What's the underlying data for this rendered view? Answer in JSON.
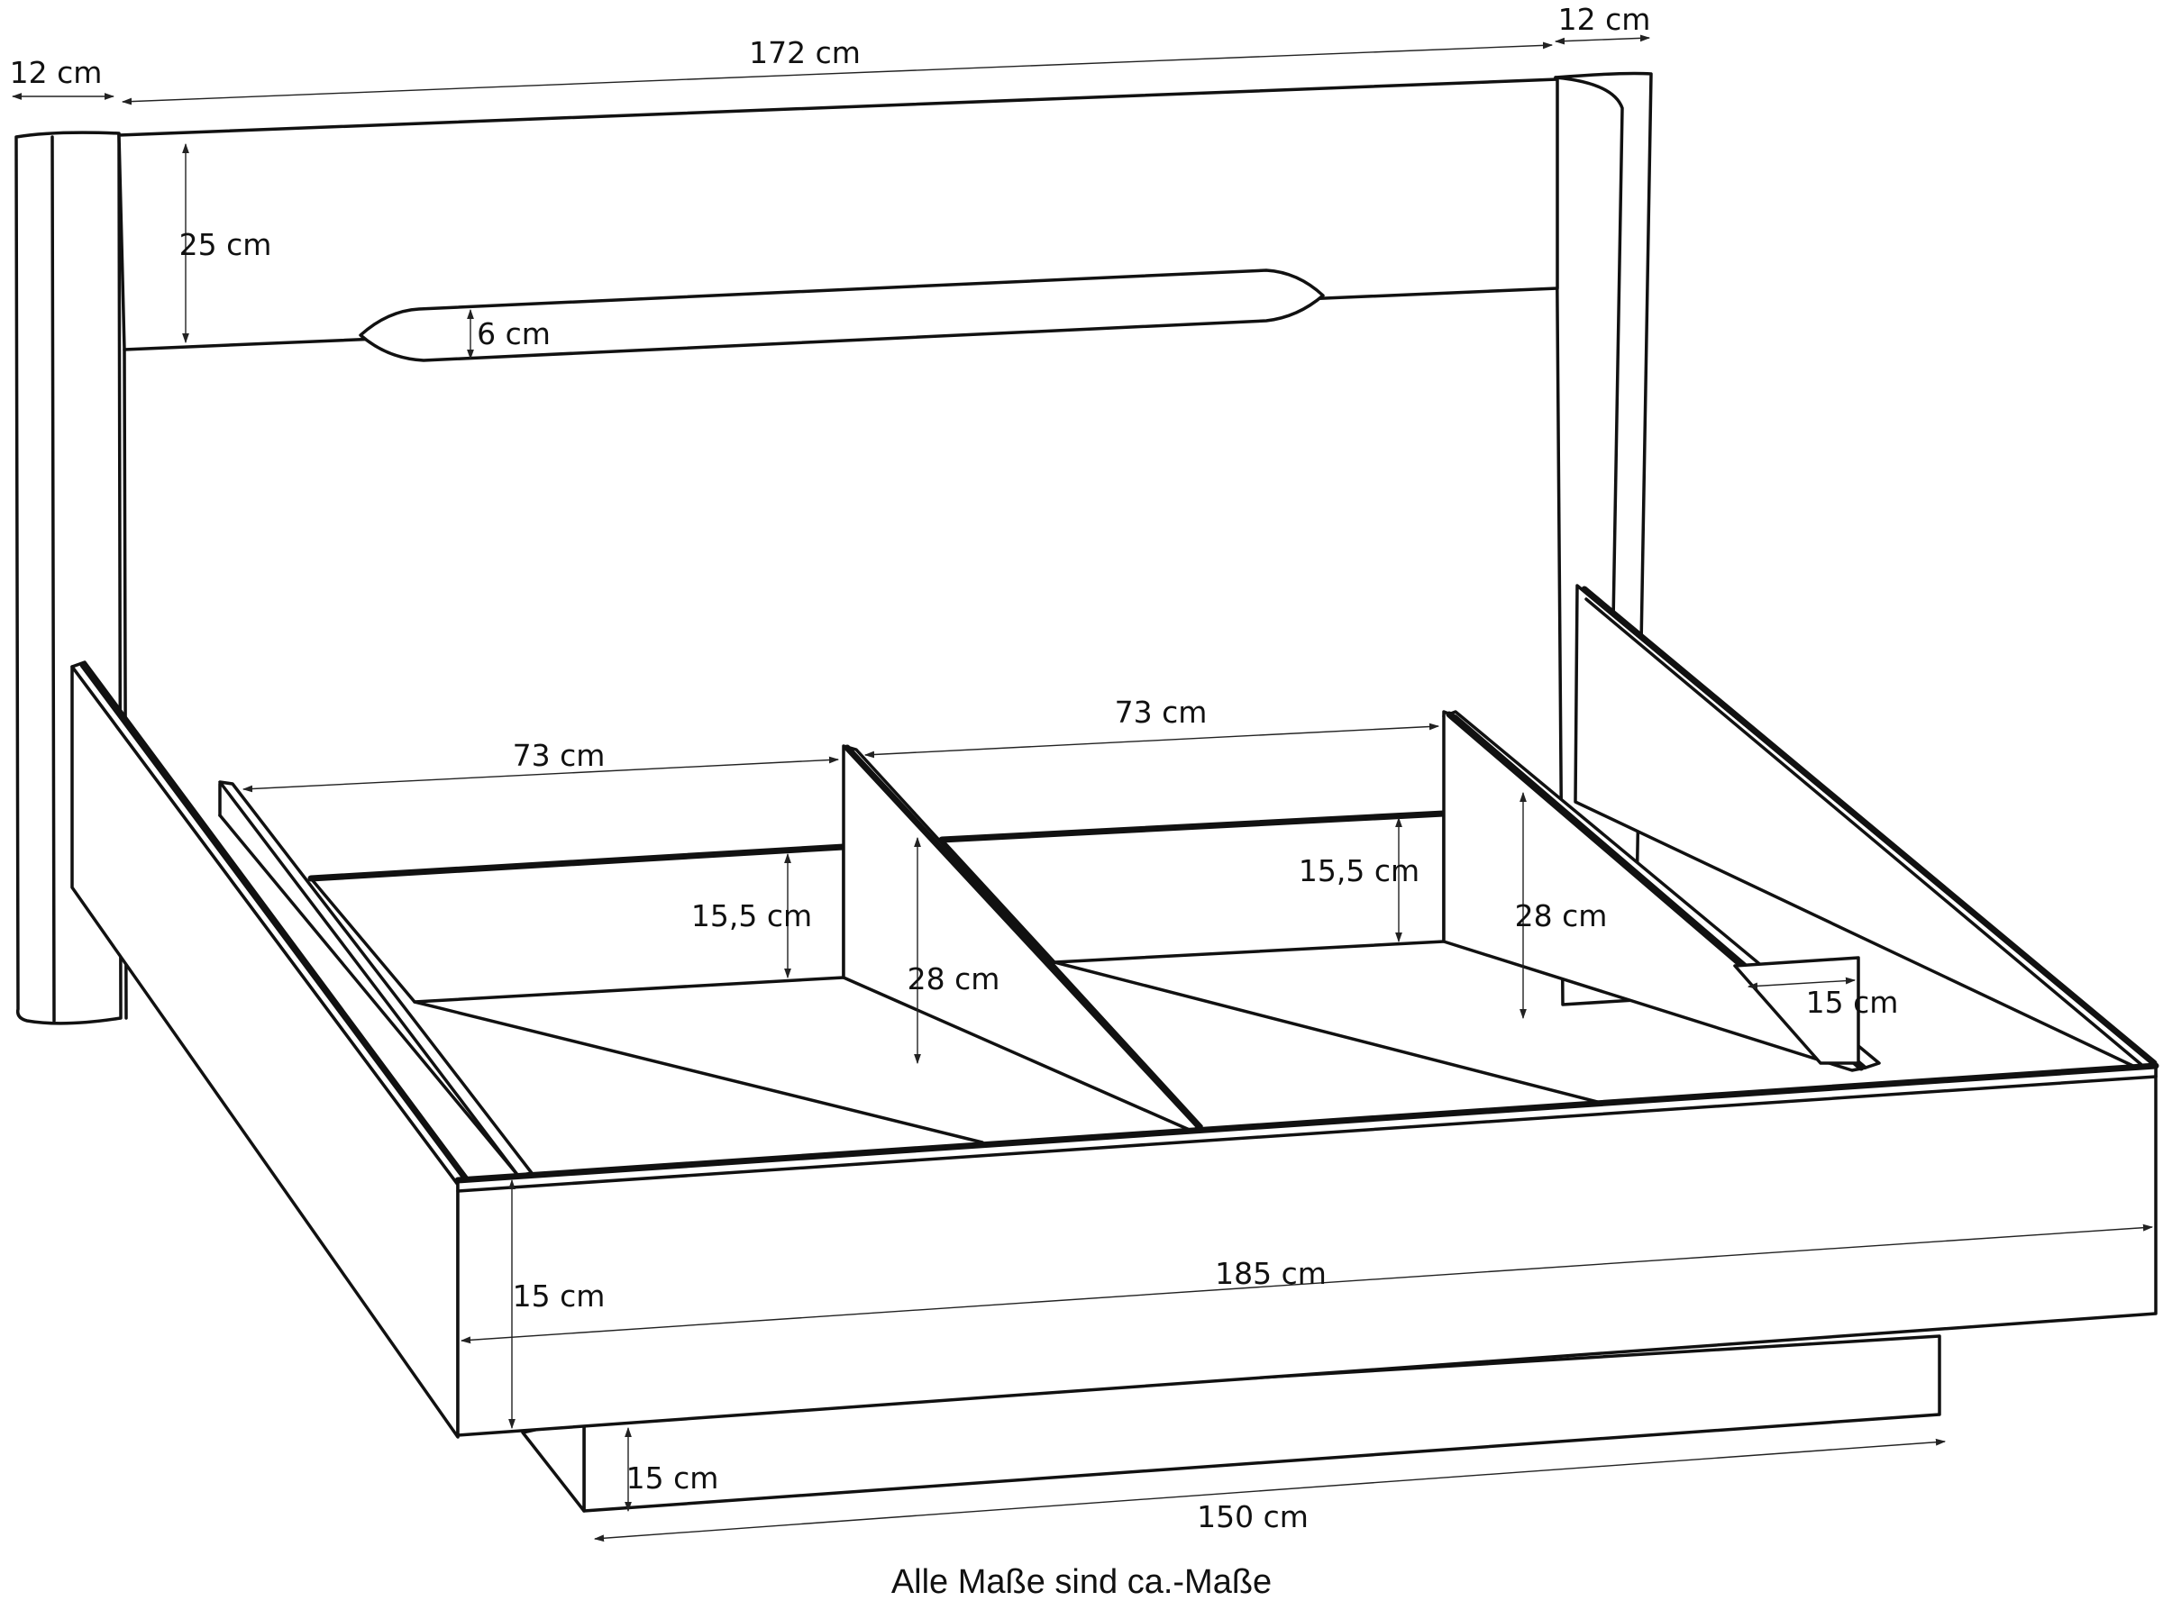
{
  "dimensions": {
    "headboard_post_left_width": "12 cm",
    "headboard_post_right_width": "12 cm",
    "headboard_inner_width": "172 cm",
    "headboard_upper_height": "25 cm",
    "headboard_slot_height": "6 cm",
    "compartment_left_width": "73 cm",
    "compartment_right_width": "73 cm",
    "inner_rail_left_height": "15,5 cm",
    "inner_rail_right_height": "15,5 cm",
    "divider_left_height": "28 cm",
    "divider_right_height": "28 cm",
    "foot_support_height": "15 cm",
    "frame_height": "15 cm",
    "frame_length": "185 cm",
    "base_height": "15 cm",
    "base_length": "150 cm"
  },
  "footnote": "Alle Maße sind ca.-Maße"
}
